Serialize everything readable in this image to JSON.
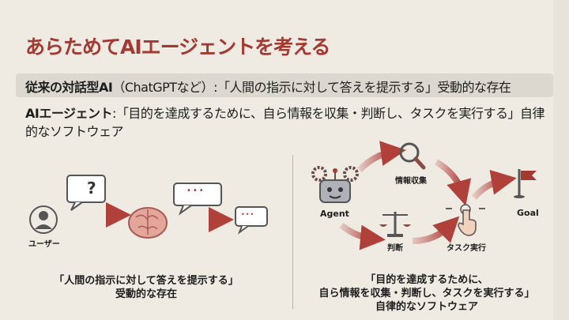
{
  "title": "あらためてAIエージェントを考える",
  "traditional": {
    "head": "従来の対話型AI",
    "paren": "（ChatGPTなど）",
    "body": ":「人間の指示に対して答えを提示する」受動的な存在"
  },
  "agent_def": {
    "head": "AIエージェント",
    "body": ":「目的を達成するために、自ら情報を収集・判断し、タスクを実行する」自律的なソフトウェア"
  },
  "left": {
    "user_label": "ユーザー",
    "question": "?",
    "bubble1": "•••",
    "bubble2": "•••",
    "caption_line1": "「人間の指示に対して答えを提示する」",
    "caption_line2": "受動的な存在"
  },
  "right": {
    "agent_label": "Agent",
    "info_label": "情報収集",
    "judge_label": "判断",
    "task_label": "タスク実行",
    "goal_label": "Goal",
    "caption_line1": "「目的を達成するために、",
    "caption_line2": "自ら情報を収集・判断し、タスクを実行する」",
    "caption_line3": "自律的なソフトウェア"
  },
  "colors": {
    "accent": "#a33a32",
    "arrow": "#b0403a",
    "icon_gray": "#6b6b6b"
  }
}
